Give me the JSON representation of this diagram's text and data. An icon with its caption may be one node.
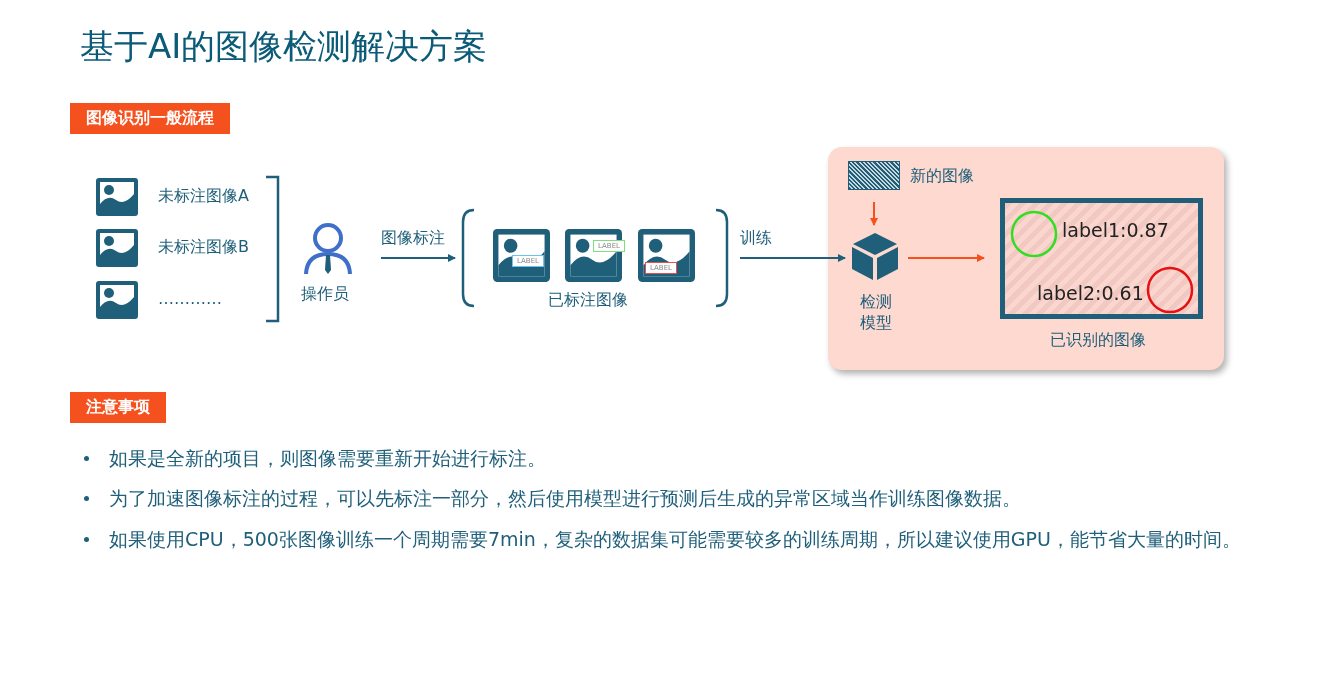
{
  "diagram": {
    "title": "基于AI的图像检测解决方案",
    "nodes": [
      {
        "text": [
          "未标注图像A"
        ]
      },
      {
        "text": [
          "未标注图像B"
        ]
      },
      {
        "text": [
          "…………"
        ]
      },
      {
        "text": [
          "操作员"
        ]
      },
      {
        "text": [
          "已标注图像"
        ]
      },
      {
        "text": [],
        "shape": "box"
      },
      {
        "text": [
          "新的图像"
        ],
        "in": 5
      },
      {
        "text": [
          "检测模型"
        ],
        "in": 5
      },
      {
        "text": [
          "label1:0.87",
          "label2:0.61"
        ],
        "beside": [
          "已识别的图像"
        ],
        "in": 5
      }
    ],
    "edges": [
      {
        "from": 3,
        "to": 4,
        "arrow": "to",
        "label": "图像标注",
        "color": "#1f5f7a"
      },
      {
        "from": 4,
        "to": 7,
        "arrow": "to",
        "label": "训练",
        "color": "#1f5f7a"
      },
      {
        "from": 6,
        "to": 7,
        "arrow": "to",
        "color": "#f4511e"
      },
      {
        "from": 7,
        "to": 8,
        "arrow": "to",
        "color": "#f4511e"
      }
    ],
    "labels": [
      "图像识别一般流程",
      "LABEL",
      "LABEL",
      "LABEL",
      "注意事项",
      "如果是全新的项目，则图像需要重新开始进行标注。",
      "为了加速图像标注的过程，可以先标注一部分，然后使用模型进行预测后生成的异常区域当作训练图像数据。",
      "如果使用CPU，500张图像训练一个周期需要7min，复杂的数据集可能需要较多的训练周期，所以建议使用GPU，能节省大量的时间。"
    ]
  }
}
